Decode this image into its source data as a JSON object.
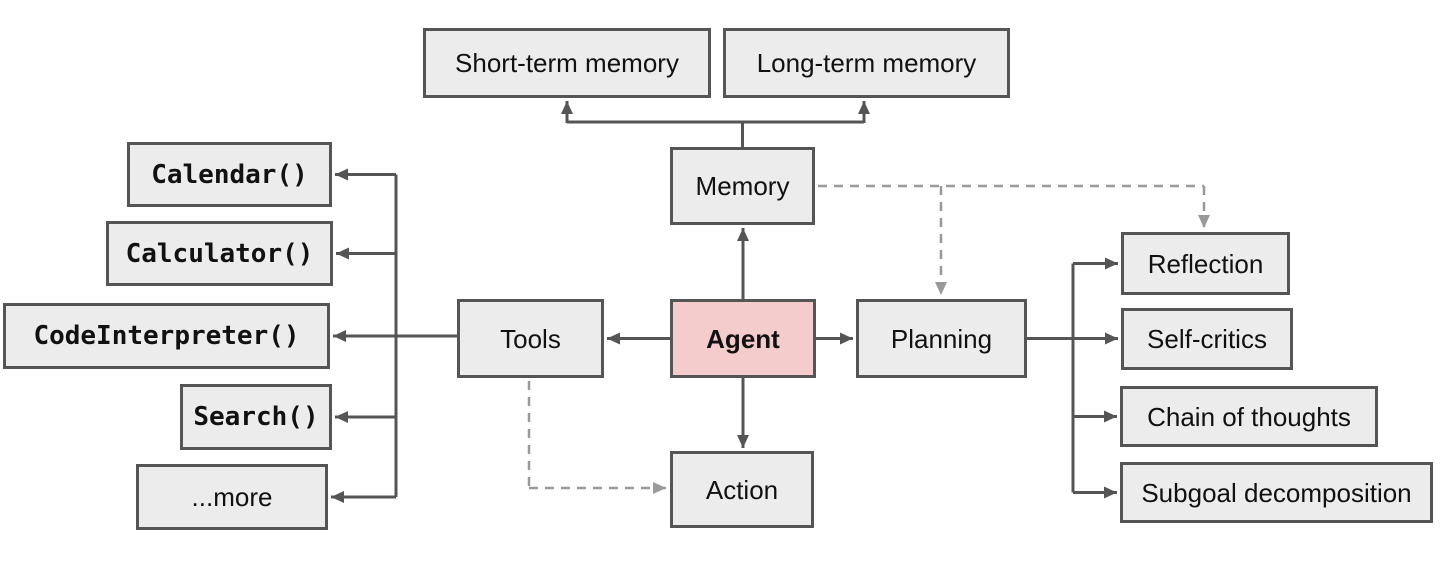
{
  "colors": {
    "background": "#ffffff",
    "node_fill": "#ececec",
    "node_border": "#555555",
    "agent_fill": "#f4cccc",
    "solid_line": "#555555",
    "dashed_line": "#999999",
    "text": "#111111"
  },
  "nodes": {
    "short_term_memory": {
      "label": "Short-term memory"
    },
    "long_term_memory": {
      "label": "Long-term memory"
    },
    "memory": {
      "label": "Memory"
    },
    "agent": {
      "label": "Agent"
    },
    "tools": {
      "label": "Tools"
    },
    "planning": {
      "label": "Planning"
    },
    "action": {
      "label": "Action"
    },
    "calendar": {
      "label": "Calendar()"
    },
    "calculator": {
      "label": "Calculator()"
    },
    "code_interpreter": {
      "label": "CodeInterpreter()"
    },
    "search": {
      "label": "Search()"
    },
    "more": {
      "label": "...more"
    },
    "reflection": {
      "label": "Reflection"
    },
    "self_critics": {
      "label": "Self-critics"
    },
    "chain_of_thoughts": {
      "label": "Chain of thoughts"
    },
    "subgoal_decomposition": {
      "label": "Subgoal decomposition"
    }
  },
  "edges": [
    {
      "from": "memory",
      "to": "short_term_memory",
      "style": "solid"
    },
    {
      "from": "memory",
      "to": "long_term_memory",
      "style": "solid"
    },
    {
      "from": "agent",
      "to": "memory",
      "style": "solid"
    },
    {
      "from": "agent",
      "to": "tools",
      "style": "solid"
    },
    {
      "from": "agent",
      "to": "planning",
      "style": "solid"
    },
    {
      "from": "agent",
      "to": "action",
      "style": "solid"
    },
    {
      "from": "tools",
      "to": "calendar",
      "style": "solid"
    },
    {
      "from": "tools",
      "to": "calculator",
      "style": "solid"
    },
    {
      "from": "tools",
      "to": "code_interpreter",
      "style": "solid"
    },
    {
      "from": "tools",
      "to": "search",
      "style": "solid"
    },
    {
      "from": "tools",
      "to": "more",
      "style": "solid"
    },
    {
      "from": "planning",
      "to": "reflection",
      "style": "solid"
    },
    {
      "from": "planning",
      "to": "self_critics",
      "style": "solid"
    },
    {
      "from": "planning",
      "to": "chain_of_thoughts",
      "style": "solid"
    },
    {
      "from": "planning",
      "to": "subgoal_decomposition",
      "style": "solid"
    },
    {
      "from": "memory",
      "to": "planning",
      "style": "dashed"
    },
    {
      "from": "memory",
      "to": "reflection",
      "style": "dashed"
    },
    {
      "from": "tools",
      "to": "action",
      "style": "dashed"
    }
  ]
}
